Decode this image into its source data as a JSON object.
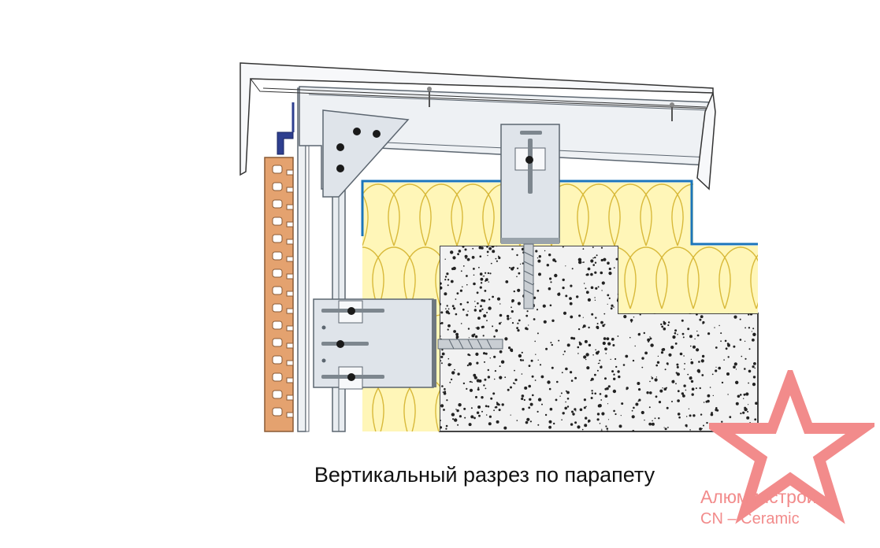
{
  "caption": "Вертикальный разрез по парапету",
  "logo": {
    "title": "Алюминстрой",
    "subtitle": "CN – Ceramic",
    "icon": "star-icon"
  },
  "colors": {
    "tile": "#e4a26f",
    "insulation": "#fff6b8",
    "insulation_lines": "#d8b93a",
    "membrane": "#1b75bb",
    "concrete": "#f2f2f2",
    "bracket": "#dfe4ea",
    "metal_edge": "#5c6670",
    "logo": "#f28b8b"
  }
}
